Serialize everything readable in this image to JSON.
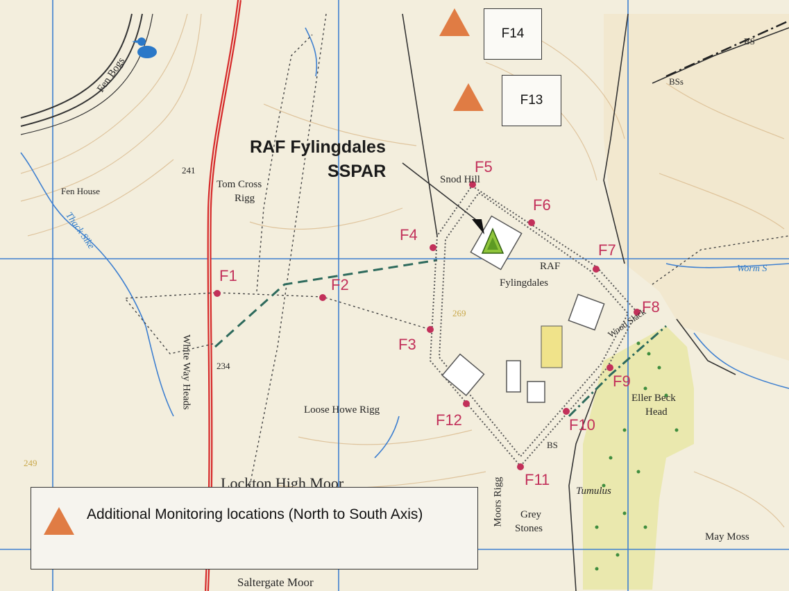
{
  "map": {
    "callout_title": "RAF Fylingdales",
    "callout_subtitle": "SSPAR",
    "boxes": {
      "f14": "F14",
      "f13": "F13"
    },
    "sites": [
      "F1",
      "F2",
      "F3",
      "F4",
      "F5",
      "F6",
      "F7",
      "F8",
      "F9",
      "F10",
      "F11",
      "F12"
    ],
    "places": {
      "fen_bogs": "Fen Bogs",
      "fen_house": "Fen House",
      "thack_sike": "Thack Sike",
      "spot_241": "241",
      "spot_234": "234",
      "spot_249": "249",
      "spot_269": "269",
      "tom_cross": "Tom Cross",
      "rigg": "Rigg",
      "white_way_heads": "White Way Heads",
      "snod_hill": "Snod Hill",
      "raf": "RAF",
      "fylingdales": "Fylingdales",
      "loose_howe_rigg": "Loose Howe Rigg",
      "moors_rigg": "Moors Rigg",
      "grey": "Grey",
      "stones": "Stones",
      "tumulus": "Tumulus",
      "eller_beck": "Eller Beck",
      "head": "Head",
      "may_moss": "May Moss",
      "saltergate_moor": "Saltergate Moor",
      "lockton_high_moor": "Lockton High Moor",
      "worm_sike": "Worm S",
      "wood_slack": "Wood Slack",
      "bs_top": "BS",
      "bss": "BSs",
      "bs_bottom": "BS"
    },
    "legend": {
      "text": "Additional Monitoring locations (North to South Axis)"
    },
    "colors": {
      "marker": "#e07c44",
      "site": "#c2305a",
      "road": "#d62b2b",
      "grid": "#3d7fd0"
    }
  }
}
